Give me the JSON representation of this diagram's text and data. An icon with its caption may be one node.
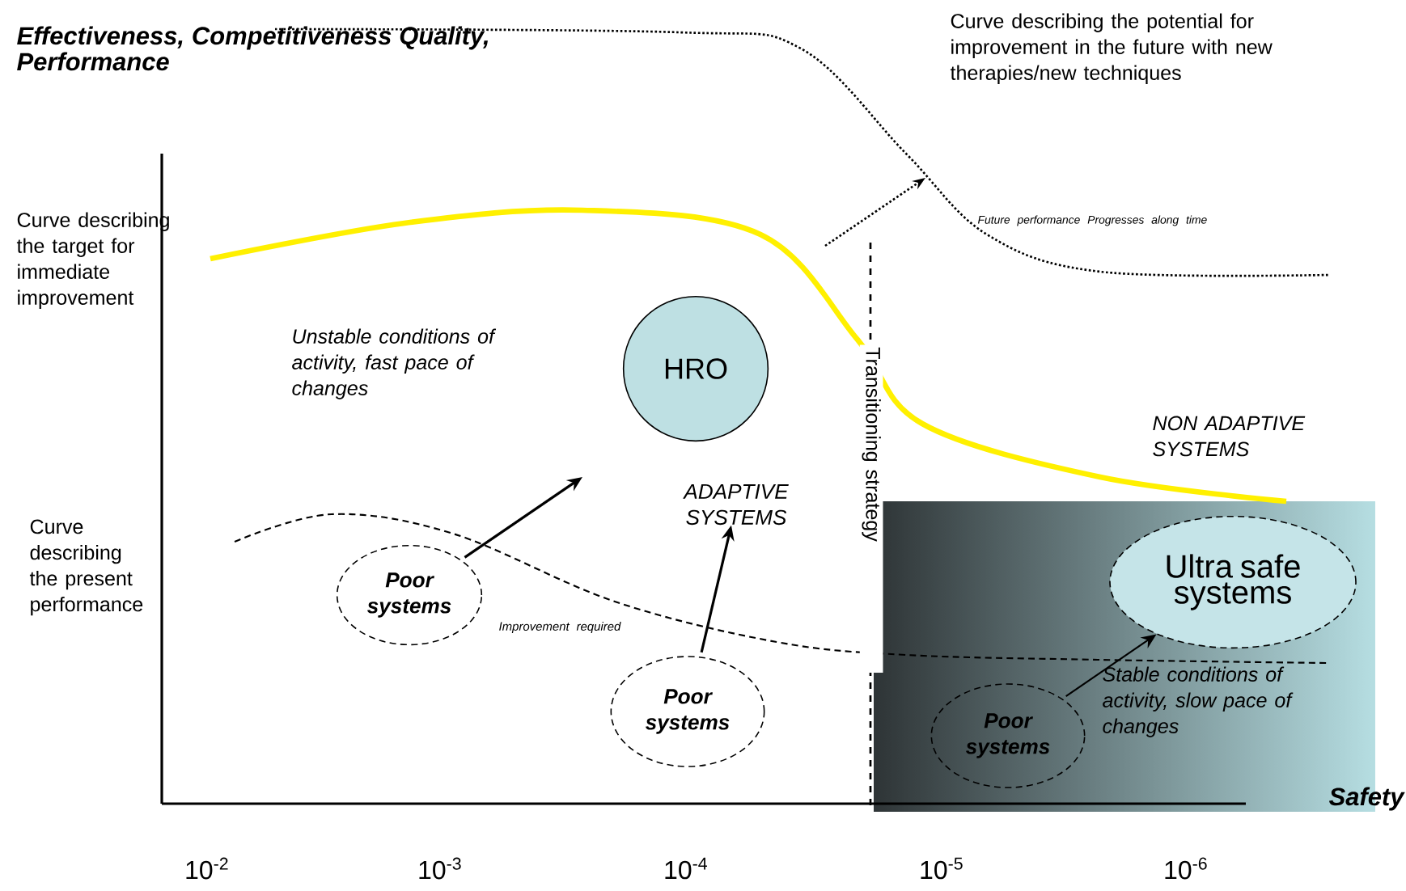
{
  "diagram": {
    "nodes": [
      {
        "text": [
          "HRO"
        ]
      },
      {
        "text": [
          "ADAPTIVE SYSTEMS"
        ]
      },
      {
        "text": [
          "Poor systems"
        ]
      },
      {
        "text": [
          "Poor systems"
        ]
      },
      {
        "text": [
          "Ultra safe systems"
        ]
      },
      {
        "text": [
          "Poor systems"
        ]
      }
    ],
    "edges": [
      {
        "from": 2,
        "to": null,
        "arrow": "to"
      },
      {
        "from": 3,
        "to": 1,
        "arrow": "to"
      },
      {
        "from": 5,
        "to": 4,
        "arrow": "to"
      }
    ],
    "labels": [
      "Effectiveness, Competitiveness Quality, Performance",
      "Curve describing the potential for improvement in the future with new therapies/new techniques",
      "Future performance Progresses along time",
      "Curve describing the target for immediate improvement",
      "Unstable conditions of activity, fast pace of changes",
      "Transitioning strategy",
      "NON ADAPTIVE SYSTEMS",
      "Curve describing the present performance",
      "Improvement required",
      "Stable conditions of activity, slow pace of changes",
      "Safety",
      "10$^{-2}$",
      "10$^{-3}$",
      "10$^{-4}$",
      "10$^{-5}$",
      "10$^{-6}$"
    ]
  }
}
